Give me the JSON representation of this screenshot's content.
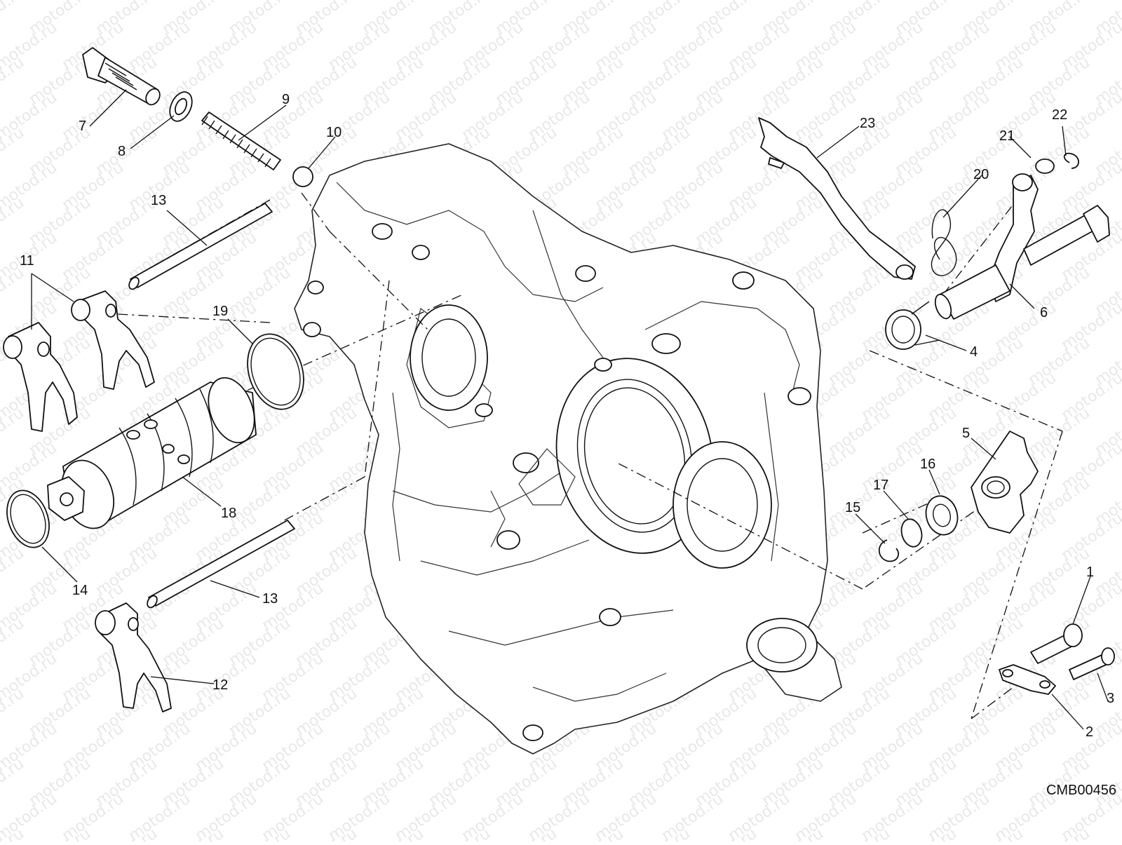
{
  "watermark": "motod.ru",
  "drawing_code": "CMB00456",
  "callouts": {
    "c1": "1",
    "c2": "2",
    "c3": "3",
    "c4": "4",
    "c5": "5",
    "c6": "6",
    "c7": "7",
    "c8": "8",
    "c9": "9",
    "c10": "10",
    "c11": "11",
    "c12": "12",
    "c13a": "13",
    "c13b": "13",
    "c14": "14",
    "c15": "15",
    "c16": "16",
    "c17": "17",
    "c18": "18",
    "c19": "19",
    "c20": "20",
    "c21": "21",
    "c22": "22",
    "c23": "23"
  }
}
